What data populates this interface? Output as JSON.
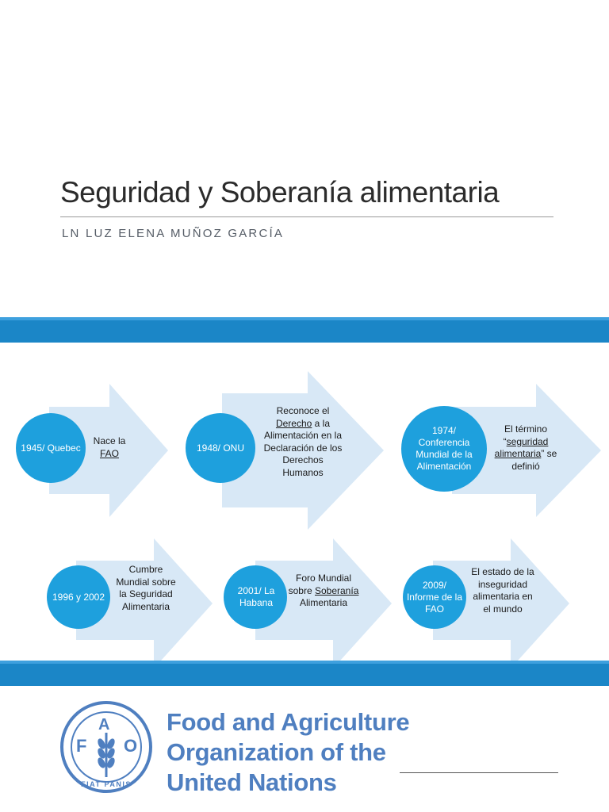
{
  "document": {
    "title": "Seguridad y Soberanía alimentaria",
    "author": "LN LUZ ELENA MUÑOZ GARCÍA"
  },
  "timeline": [
    {
      "circle": "1945/ Quebec",
      "desc": [
        {
          "text": "Nace la",
          "underline": false
        },
        {
          "text": "FAO",
          "underline": true
        }
      ]
    },
    {
      "circle": "1948/ ONU",
      "desc": [
        {
          "text": "Reconoce el",
          "underline": false
        },
        {
          "text": "Derecho",
          "underline": true
        },
        {
          "text": " a la Alimentación en la Declaración de los Derechos Humanos",
          "underline": false
        }
      ]
    },
    {
      "circle": "1974/ Conferencia Mundial de la Alimentación",
      "desc": [
        {
          "text": "El término “",
          "underline": false
        },
        {
          "text": "seguridad alimentaria",
          "underline": true
        },
        {
          "text": "” se definió",
          "underline": false
        }
      ]
    },
    {
      "circle": "1996 y 2002",
      "desc": [
        {
          "text": "Cumbre Mundial sobre la Seguridad Alimentaria",
          "underline": false
        }
      ]
    },
    {
      "circle": "2001/ La Habana",
      "desc": [
        {
          "text": "Foro Mundial sobre ",
          "underline": false
        },
        {
          "text": "Soberanía",
          "underline": true
        },
        {
          "text": " Alimentaria",
          "underline": false
        }
      ]
    },
    {
      "circle": "2009/ Informe de la FAO",
      "desc": [
        {
          "text": "El estado de la inseguridad alimentaria en el mundo",
          "underline": false
        }
      ]
    }
  ],
  "fao": {
    "emblem_letters": [
      "F",
      "A",
      "O"
    ],
    "motto": "FIAT PANIS",
    "name_lines": [
      "Food and Agriculture",
      "Organization of the",
      "United Nations"
    ]
  },
  "colors": {
    "band": "#1b86c7",
    "circle": "#1ea0dd",
    "arrow": "#d8e8f6",
    "fao_blue": "#4f7fc0"
  }
}
